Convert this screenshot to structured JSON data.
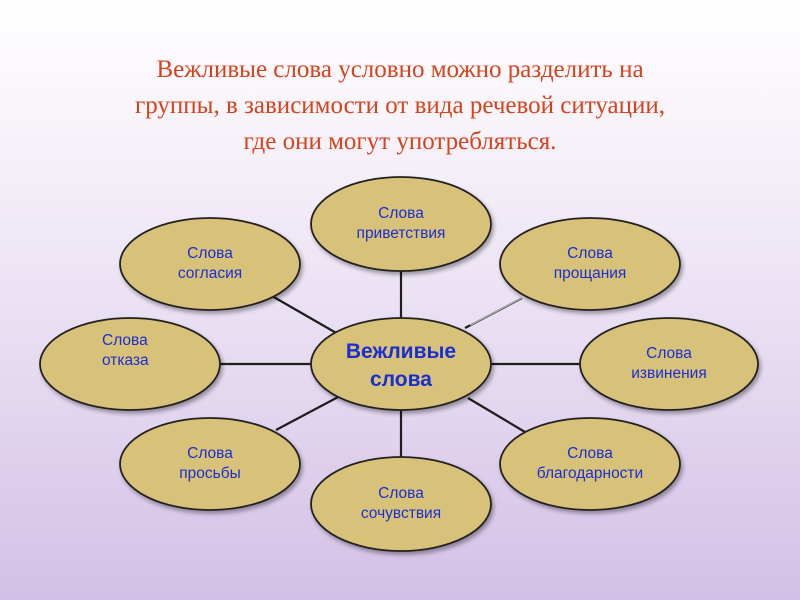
{
  "heading": {
    "line1": "Вежливые слова условно можно разделить на",
    "line2": "группы, в зависимости от вида речевой ситуации,",
    "line3": "где они могут употребляться."
  },
  "center": {
    "line1": "Вежливые",
    "line2": "слова"
  },
  "nodes": {
    "greeting": {
      "line1": "Слова",
      "line2": "приветствия"
    },
    "agreement": {
      "line1": "Слова",
      "line2": "согласия"
    },
    "farewell": {
      "line1": "Слова",
      "line2": "прощания"
    },
    "refusal": {
      "line1": "Слова",
      "line2": "отказа"
    },
    "apology": {
      "line1": "Слова",
      "line2": "извинения"
    },
    "request": {
      "line1": "Слова",
      "line2": "просьбы"
    },
    "gratitude": {
      "line1": "Слова",
      "line2": "благодарности"
    },
    "sympathy": {
      "line1": "Слова",
      "line2": "сочувствия"
    }
  },
  "colors": {
    "ellipse_fill": "#d8c178",
    "ellipse_stroke": "#222222",
    "label_text": "#1a2fd0",
    "heading_text": "#d6421c"
  }
}
